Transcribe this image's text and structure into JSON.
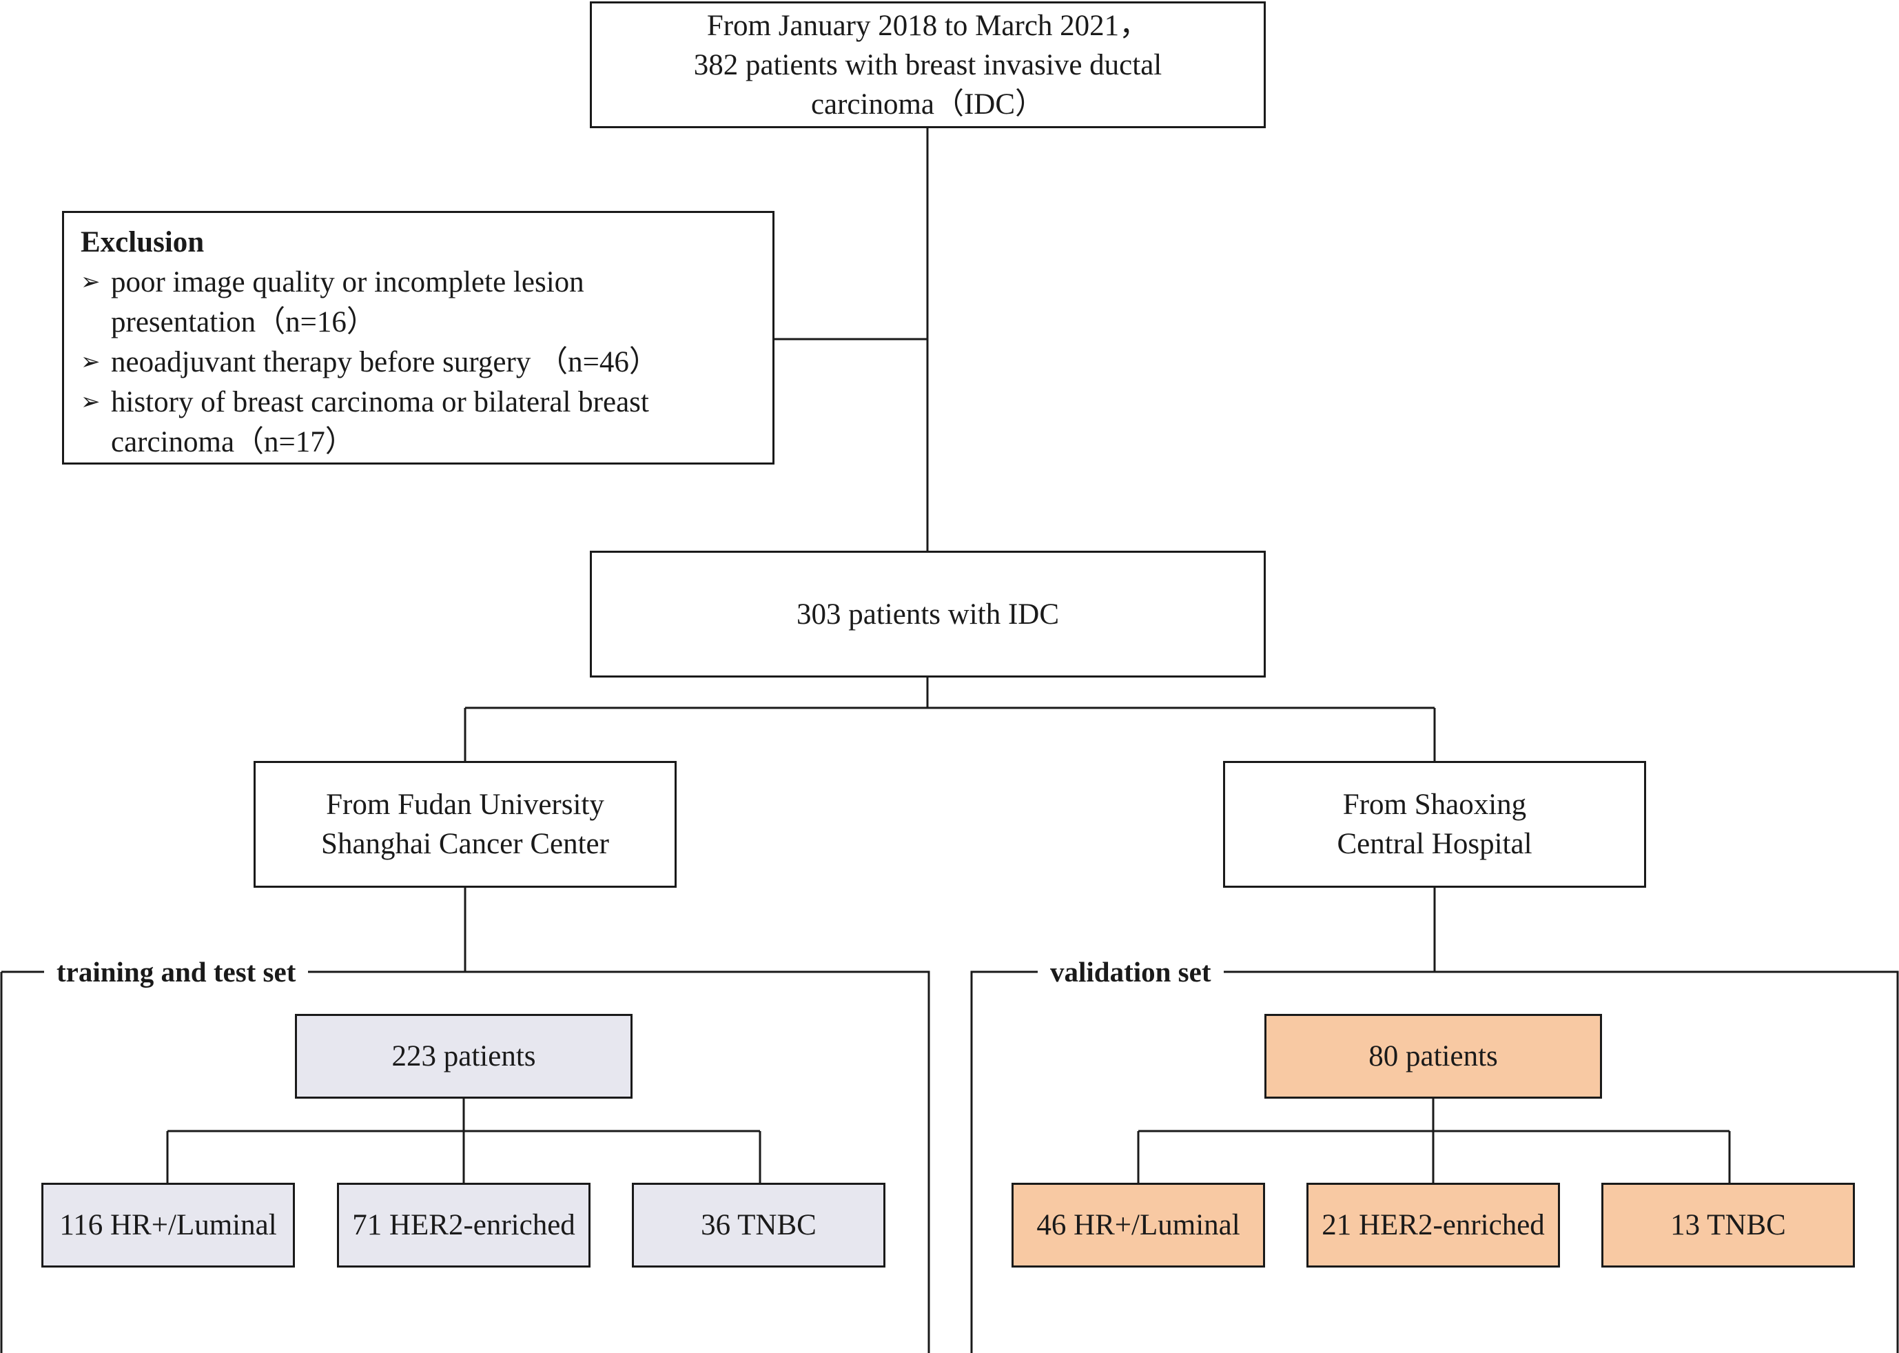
{
  "top_box": {
    "lines": [
      "From January 2018 to March 2021，",
      "382 patients with breast invasive ductal",
      "carcinoma（IDC）"
    ]
  },
  "exclusion": {
    "title": "Exclusion",
    "items": [
      {
        "lines": [
          "poor image quality or incomplete lesion",
          "presentation（n=16）"
        ]
      },
      {
        "lines": [
          "neoadjuvant therapy before surgery （n=46）"
        ]
      },
      {
        "lines": [
          "history of breast carcinoma or bilateral breast",
          "carcinoma（n=17）"
        ]
      }
    ]
  },
  "middle_box": {
    "label": "303 patients with IDC"
  },
  "left_source": {
    "lines": [
      "From Fudan University",
      "Shanghai Cancer Center"
    ]
  },
  "right_source": {
    "lines": [
      "From Shaoxing",
      "Central Hospital"
    ]
  },
  "training_group": {
    "title": "training and test set",
    "total": "223 patients",
    "subtypes": [
      "116 HR+/Luminal",
      "71 HER2-enriched",
      "36 TNBC"
    ]
  },
  "validation_group": {
    "title": "validation set",
    "total": "80 patients",
    "subtypes": [
      "46 HR+/Luminal",
      "21 HER2-enriched",
      "13 TNBC"
    ]
  },
  "colors": {
    "training_fill": "#e7e7ef",
    "validation_fill": "#f8c9a3",
    "line": "#1a1a1a"
  }
}
